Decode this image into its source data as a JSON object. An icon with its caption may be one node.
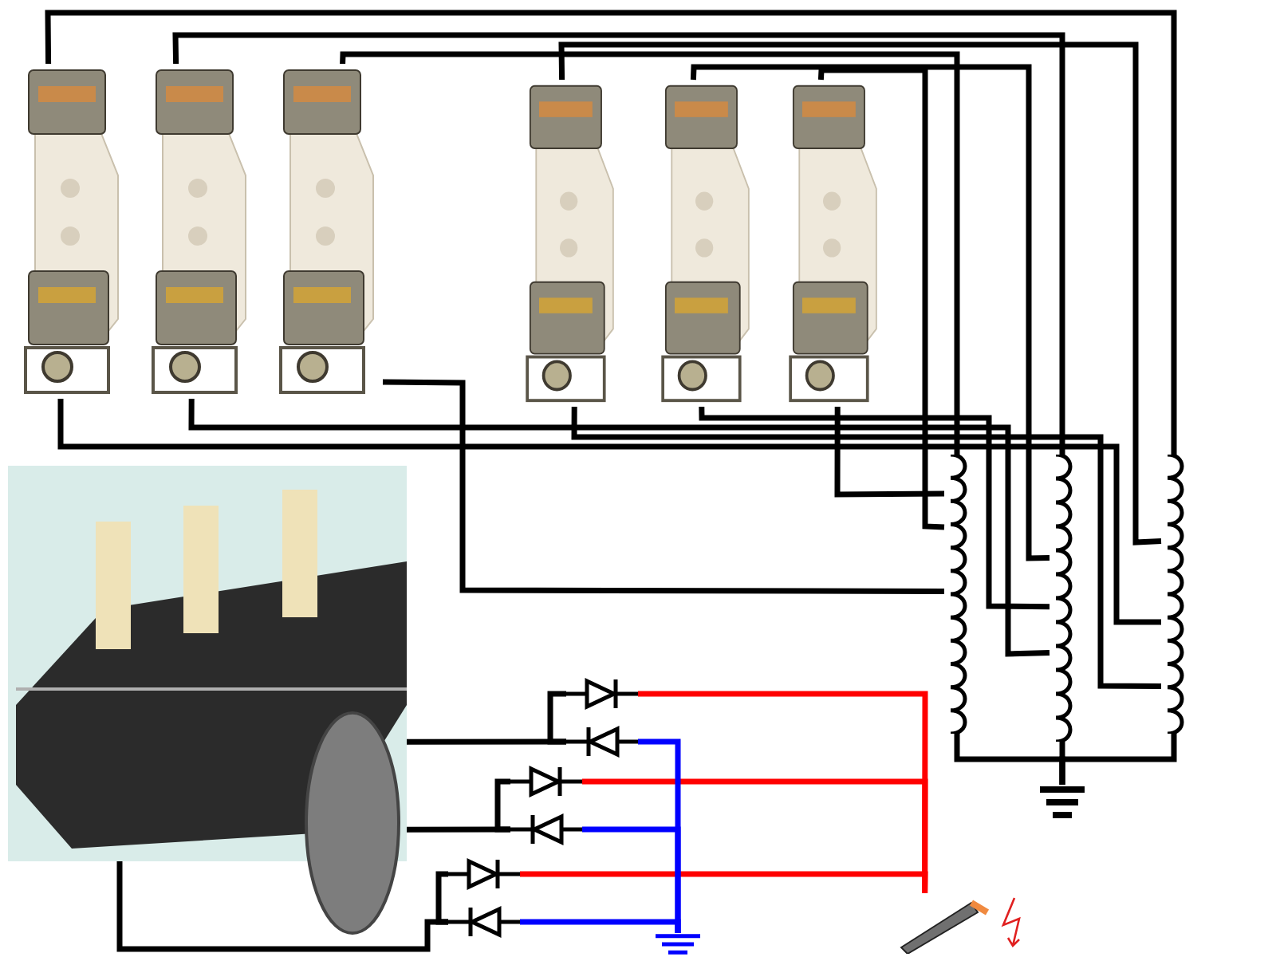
{
  "diagram": {
    "nodes": [
      {
        "text": [],
        "shape": "picture"
      },
      {
        "text": [],
        "shape": "picture"
      },
      {
        "text": [],
        "shape": "picture"
      },
      {
        "text": [],
        "shape": "picture"
      },
      {
        "text": [],
        "shape": "picture"
      },
      {
        "text": [],
        "shape": "picture"
      },
      {
        "text": [],
        "shape": "coil"
      },
      {
        "text": [],
        "shape": "coil"
      },
      {
        "text": [],
        "shape": "coil"
      },
      {
        "text": [],
        "shape": "ground"
      },
      {
        "text": [],
        "shape": "picture"
      },
      {
        "text": [],
        "shape": "oval"
      },
      {
        "text": [],
        "shape": "diode"
      },
      {
        "text": [],
        "shape": "diode"
      },
      {
        "text": [],
        "shape": "diode"
      },
      {
        "text": [],
        "shape": "diode"
      },
      {
        "text": [],
        "shape": "diode"
      },
      {
        "text": [],
        "shape": "diode"
      },
      {
        "text": [],
        "shape": "ground"
      },
      {
        "text": [],
        "shape": "picture"
      }
    ],
    "edges": [
      {
        "from": 0,
        "to": 8,
        "arrow": "none"
      },
      {
        "from": 1,
        "to": 7,
        "arrow": "none"
      },
      {
        "from": 2,
        "to": 6,
        "arrow": "none"
      },
      {
        "from": 3,
        "to": 8,
        "arrow": "none"
      },
      {
        "from": 4,
        "to": 7,
        "arrow": "none"
      },
      {
        "from": 5,
        "to": 6,
        "arrow": "none"
      },
      {
        "from": 0,
        "to": 8,
        "arrow": "none"
      },
      {
        "from": 1,
        "to": 7,
        "arrow": "none"
      },
      {
        "from": 2,
        "to": 6,
        "arrow": "none"
      },
      {
        "from": 3,
        "to": 8,
        "arrow": "none"
      },
      {
        "from": 4,
        "to": 7,
        "arrow": "none"
      },
      {
        "from": 5,
        "to": 6,
        "arrow": "none"
      },
      {
        "from": 6,
        "to": 9,
        "arrow": "none"
      },
      {
        "from": 7,
        "to": 9,
        "arrow": "none"
      },
      {
        "from": 8,
        "to": 9,
        "arrow": "none"
      },
      {
        "from": 10,
        "to": 13,
        "arrow": "none"
      },
      {
        "from": 10,
        "to": 15,
        "arrow": "none"
      },
      {
        "from": 10,
        "to": 17,
        "arrow": "none"
      },
      {
        "from": 12,
        "to": 13,
        "arrow": "none"
      },
      {
        "from": 14,
        "to": 15,
        "arrow": "none"
      },
      {
        "from": 16,
        "to": 17,
        "arrow": "none"
      },
      {
        "from": 12,
        "to": 19,
        "arrow": "none",
        "color": "#ff0000"
      },
      {
        "from": 14,
        "to": 19,
        "arrow": "none",
        "color": "#ff0000"
      },
      {
        "from": 16,
        "to": 19,
        "arrow": "none",
        "color": "#ff0000"
      },
      {
        "from": 13,
        "to": 18,
        "arrow": "none",
        "color": "#0000ff"
      },
      {
        "from": 15,
        "to": 18,
        "arrow": "none",
        "color": "#0000ff"
      },
      {
        "from": 17,
        "to": 18,
        "arrow": "none",
        "color": "#0000ff"
      }
    ]
  }
}
